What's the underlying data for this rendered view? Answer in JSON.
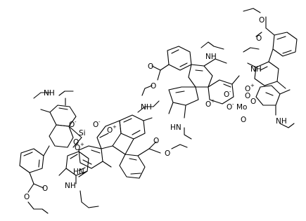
{
  "labels": {
    "nh": "NH",
    "hn": "HN",
    "o": "O",
    "o_plus": "O",
    "plus": "+",
    "minus": "-",
    "si": "Si",
    "mo": "Mo"
  }
}
